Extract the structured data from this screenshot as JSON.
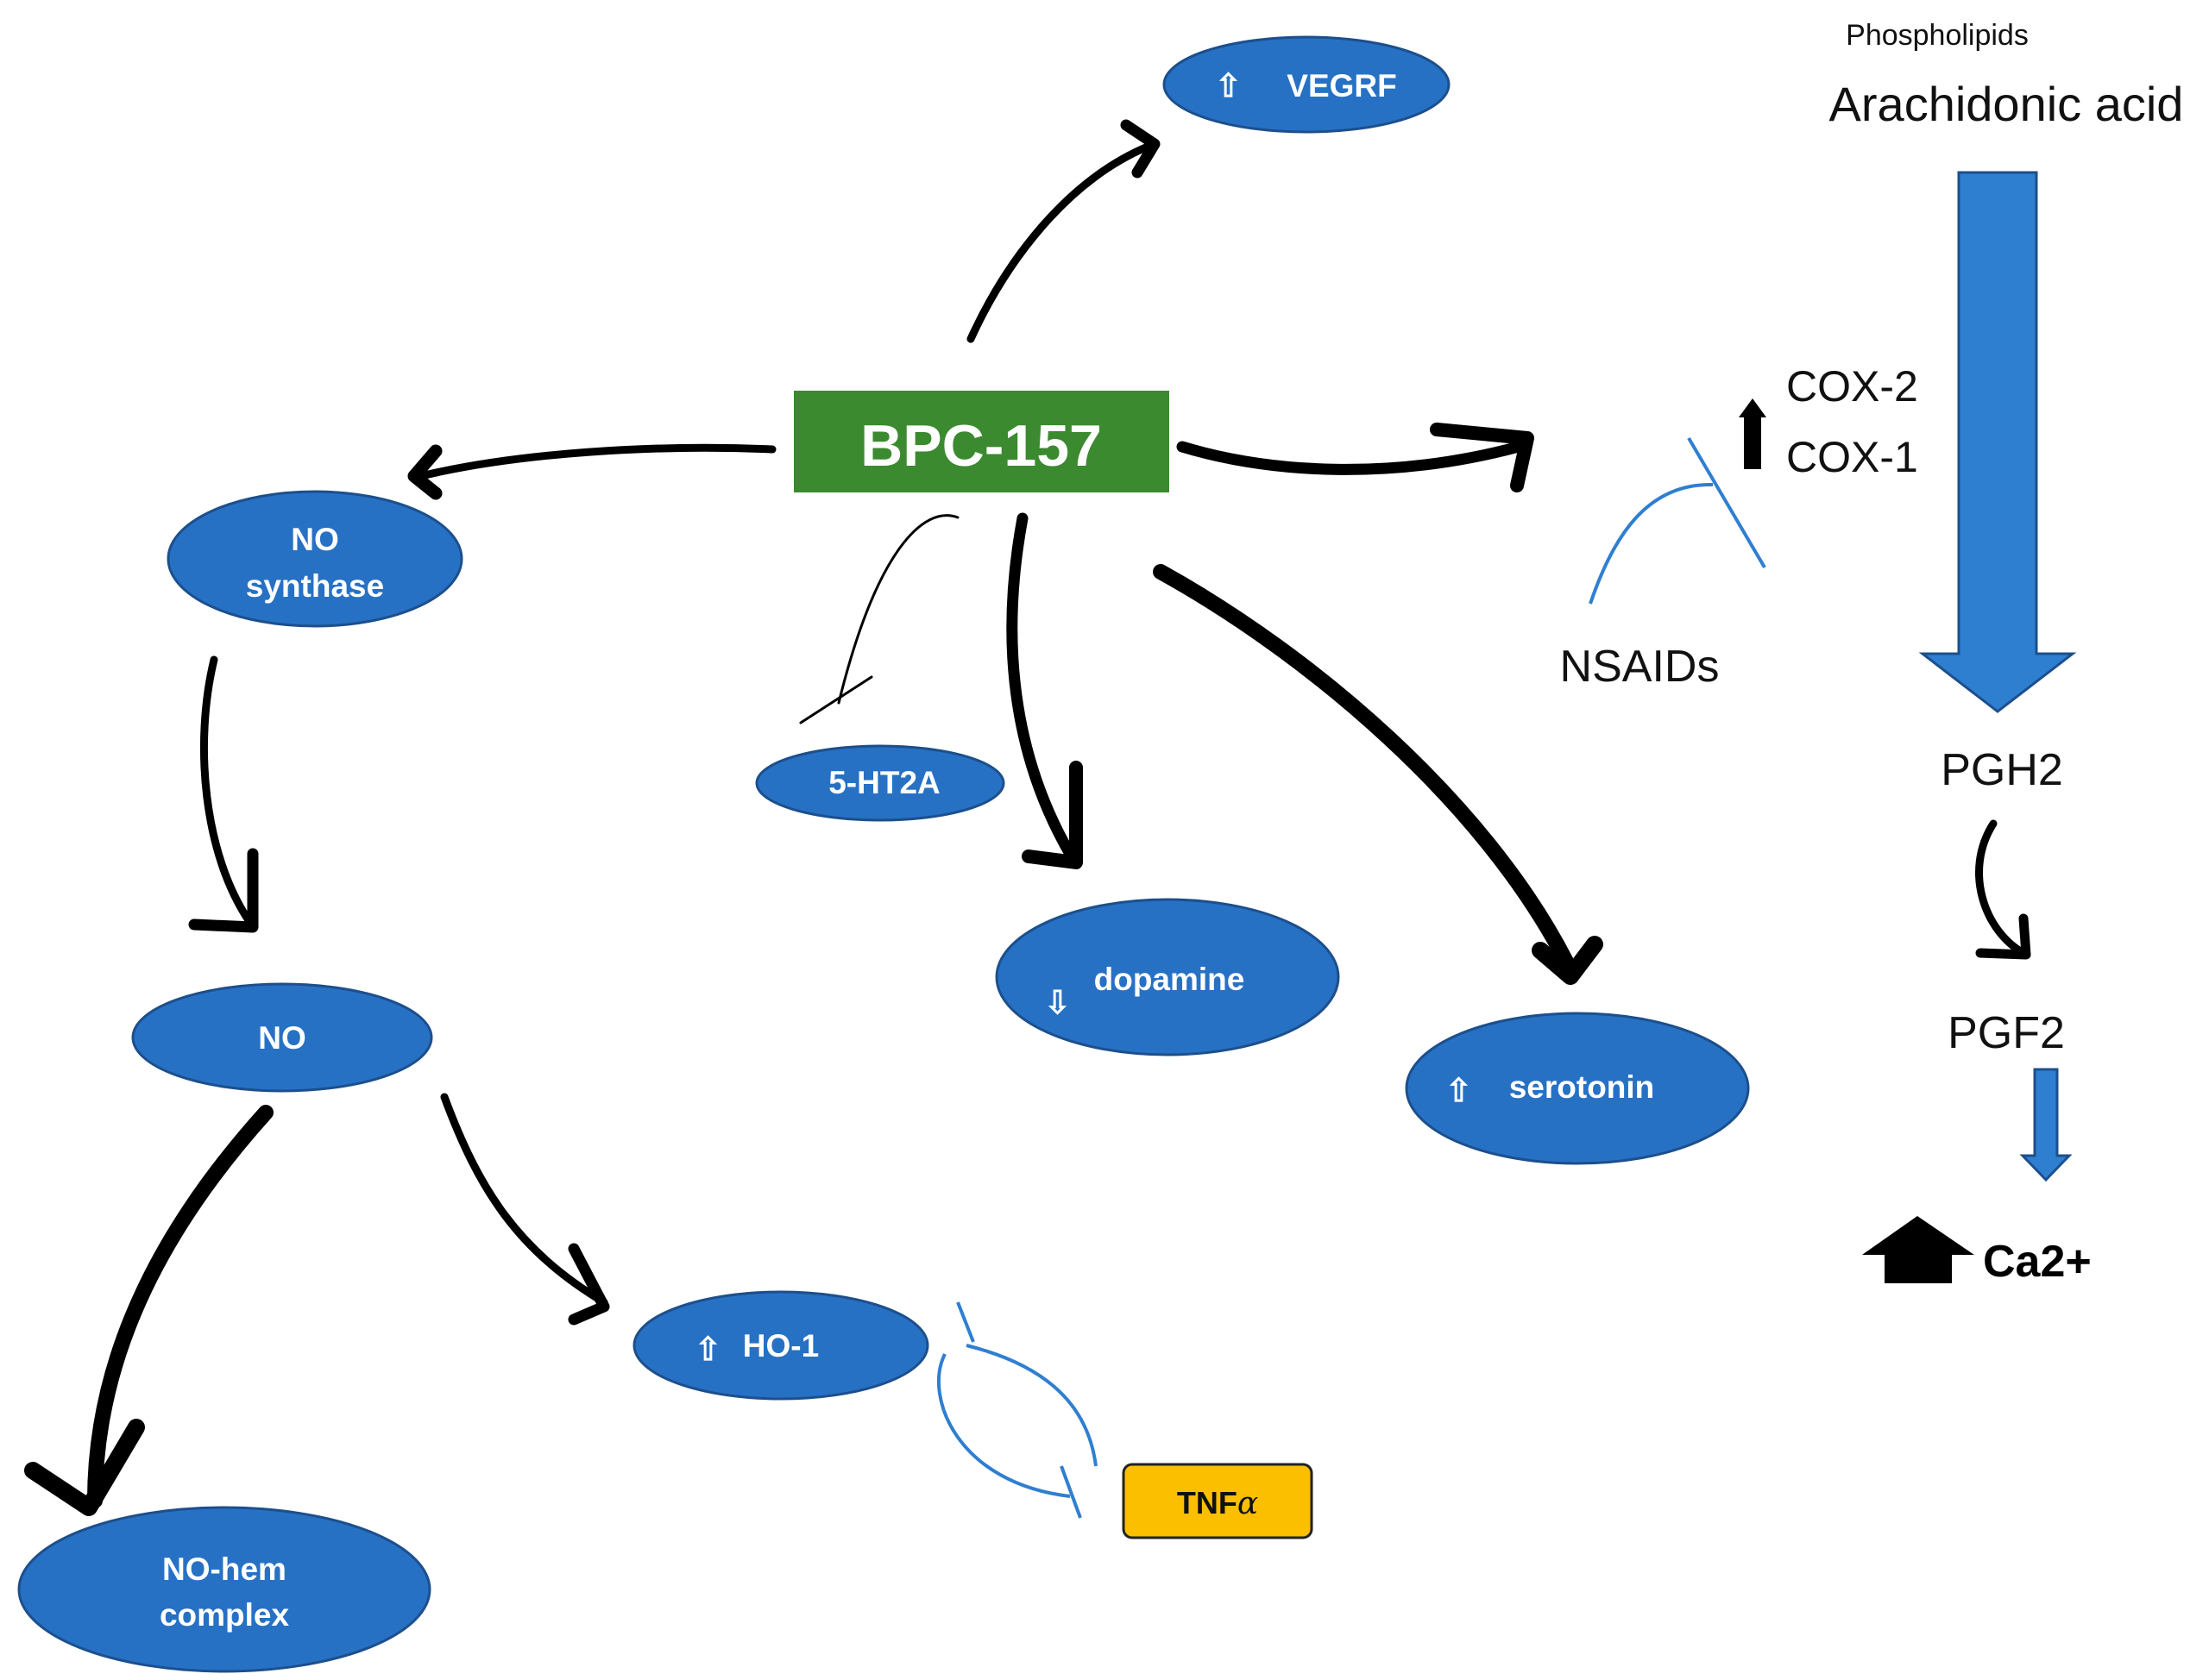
{
  "center": {
    "label": "BPC-157"
  },
  "nodes": {
    "vegrf": {
      "label": "VEGRF",
      "arrow": "up"
    },
    "no_synthase": {
      "line1": "NO",
      "line2": "synthase"
    },
    "ht2a": {
      "label": "5-HT2A"
    },
    "dopamine": {
      "label": "dopamine",
      "arrow": "down"
    },
    "serotonin": {
      "label": "serotonin",
      "arrow": "up"
    },
    "no": {
      "label": "NO"
    },
    "ho1": {
      "label": "HO-1",
      "arrow": "up"
    },
    "no_hem": {
      "line1": "NO-hem",
      "line2": "complex"
    },
    "tnf": {
      "label": "TNF",
      "greek": "α"
    }
  },
  "pathway": {
    "phospholipids": "Phospholipids",
    "arachidonic_acid": "Arachidonic acid",
    "cox2": "COX-2",
    "cox1": "COX-1",
    "nsaids": "NSAIDs",
    "pgh2": "PGH2",
    "pgf2": "PGF2",
    "ca": "Ca2+"
  },
  "colors": {
    "node_fill": "#2771c5",
    "node_stroke": "#1c4f8c",
    "center_fill": "#3b8a2f",
    "tnf_fill": "#fbbf00",
    "pathway_blue": "#2f7fd1",
    "arrow": "#000000"
  }
}
